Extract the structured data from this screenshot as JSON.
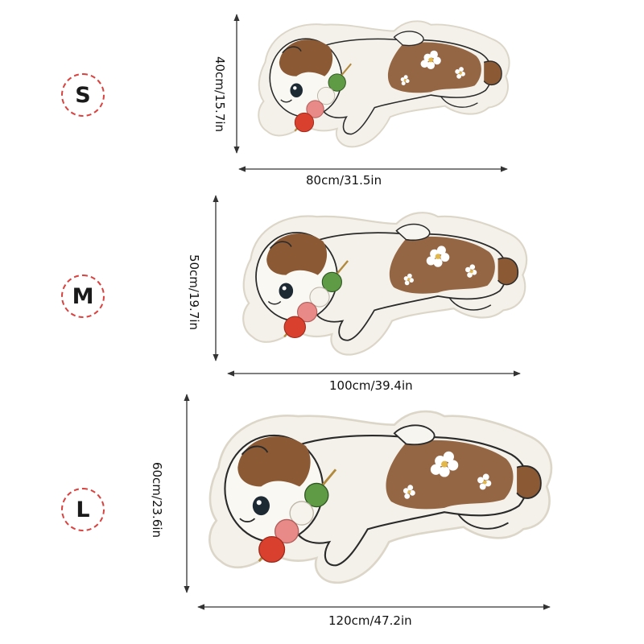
{
  "sizes": [
    {
      "label": "S",
      "width_text": "80cm/31.5in",
      "height_text": "40cm/15.7in"
    },
    {
      "label": "M",
      "width_text": "100cm/39.4in",
      "height_text": "50cm/19.7in"
    },
    {
      "label": "L",
      "width_text": "120cm/47.2in",
      "height_text": "60cm/23.6in"
    }
  ],
  "colors": {
    "badge_border": "#d9423f",
    "rug_base": "#f4f1ea",
    "fur_brown": "#8b5a34",
    "outline": "#2a2a2a"
  },
  "icons": [
    "dog-rug-icon",
    "flower-icon",
    "dango-skewer-icon"
  ]
}
